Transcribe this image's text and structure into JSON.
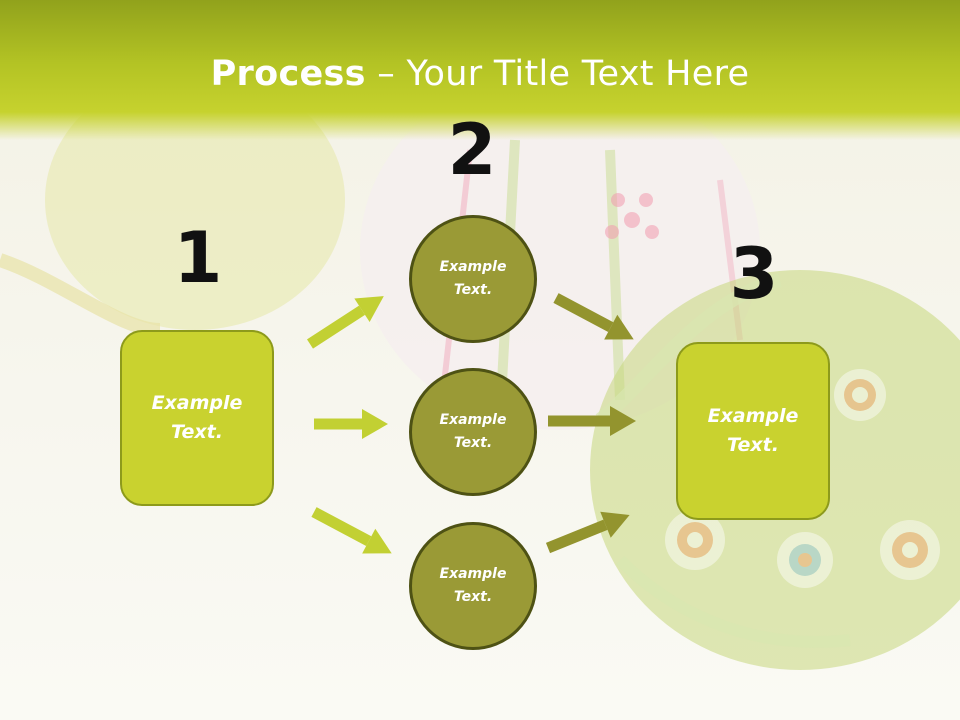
{
  "slide": {
    "title_bold": "Process",
    "title_rest": " – Your Title Text Here",
    "steps": [
      {
        "number": "1",
        "text": "Example\nText."
      },
      {
        "number": "2"
      },
      {
        "number": "3",
        "text": "Example\nText."
      }
    ],
    "circles": [
      {
        "text": "Example\nText."
      },
      {
        "text": "Example\nText."
      },
      {
        "text": "Example\nText."
      }
    ],
    "colors": {
      "title_band": "#b3c324",
      "box_fill": "#c9d22f",
      "box_border": "#8d9a1b",
      "circle_fill": "#9a9a36",
      "circle_border": "#4e5214",
      "arrow_light": "#c2d033",
      "arrow_dark": "#93942e",
      "number_color": "#111111"
    }
  }
}
